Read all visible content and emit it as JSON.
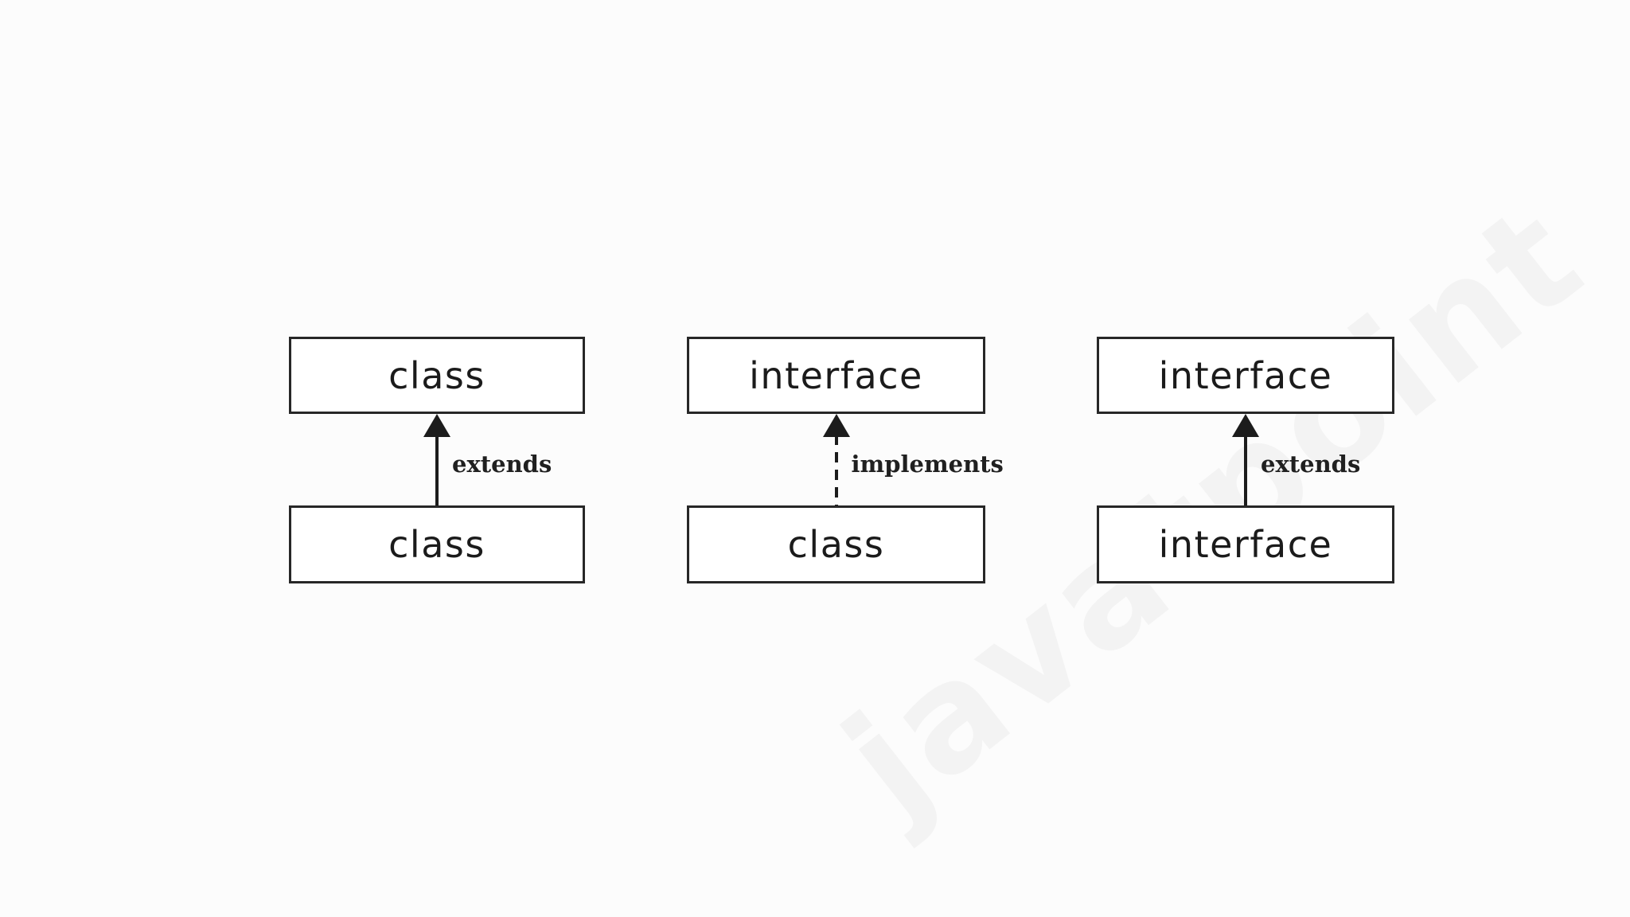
{
  "diagram": {
    "watermark": "javatpoint",
    "colors": {
      "background": "#fcfcfc",
      "box_fill": "#ffffff",
      "box_border": "#272727",
      "text": "#1b1b1b",
      "arrow": "#1c1c1c"
    },
    "relationships": [
      {
        "top_box": "class",
        "bottom_box": "class",
        "edge_label": "extends",
        "line_style": "solid"
      },
      {
        "top_box": "interface",
        "bottom_box": "class",
        "edge_label": "implements",
        "line_style": "dashed"
      },
      {
        "top_box": "interface",
        "bottom_box": "interface",
        "edge_label": "extends",
        "line_style": "solid"
      }
    ]
  }
}
